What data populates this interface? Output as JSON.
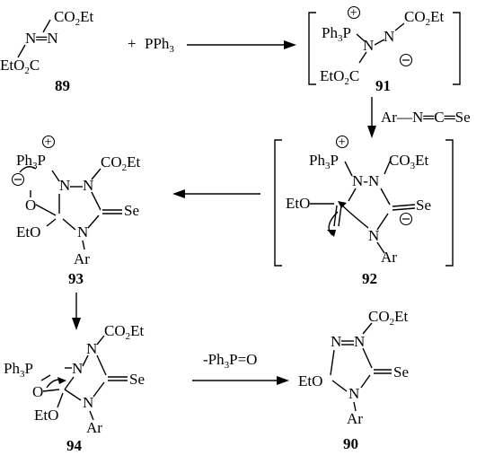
{
  "labels": {
    "c89": "89",
    "c91": "91",
    "c92": "92",
    "c93": "93",
    "c94": "94",
    "c90": "90"
  },
  "text": {
    "CO2Et": "CO",
    "two": "2",
    "Et": "Et",
    "EtO": "EtO",
    "EtO2C_a": "EtO",
    "EtO2C_c": "C",
    "plus": "+",
    "PPh3": "PPh",
    "three": "3",
    "Ph3P_a": "Ph",
    "Ph3P_b": "P",
    "N": "N",
    "O": "O",
    "Se": "Se",
    "Ar": "Ar",
    "isoselenocyanate": "Ar—N═C═Se",
    "CO3Et": "CO",
    "minus_Ph3PO": "-Ph",
    "PO": "P=O",
    "plus_sign": "⊕",
    "minus_sign": "⊖"
  }
}
